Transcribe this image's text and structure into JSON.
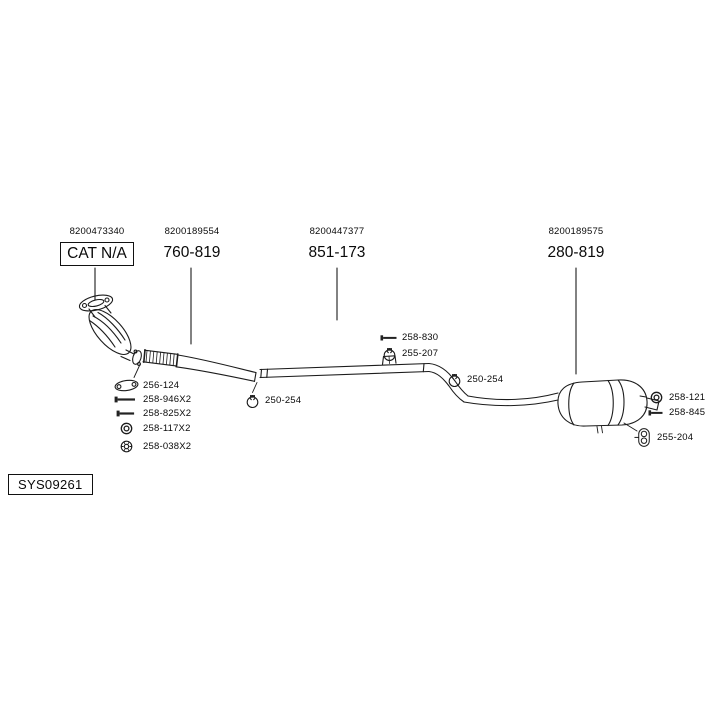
{
  "page": {
    "background": "#ffffff",
    "line_color": "#1c1c1c"
  },
  "system_code": "SYS09261",
  "assemblies": [
    {
      "oe_ref": "8200473340",
      "part_no": "CAT N/A",
      "boxed": true
    },
    {
      "oe_ref": "8200189554",
      "part_no": "760-819",
      "boxed": false
    },
    {
      "oe_ref": "8200447377",
      "part_no": "851-173",
      "boxed": false
    },
    {
      "oe_ref": "8200189575",
      "part_no": "280-819",
      "boxed": false
    }
  ],
  "callouts": {
    "front_kit": [
      "256-124",
      "258-946X2",
      "258-825X2",
      "258-117X2",
      "258-038X2"
    ],
    "center_bolt": "258-830",
    "center_clamp": "255-207",
    "center_mount_clamp": "250-254",
    "front_joint_clamp": "250-254",
    "rear_ring": "258-121",
    "rear_bolt": "258-845",
    "rear_hanger": "255-204"
  },
  "icons": {
    "gasket-icon": "oval flange gasket with two bolt holes",
    "bolt-icon": "hex bolt, side view",
    "ring-icon": "sealing ring / olive",
    "flange-nut-icon": "serrated flange nut, top view",
    "clamp-icon": "pipe clamp with bolt",
    "hanger-icon": "rubber exhaust hanger"
  }
}
